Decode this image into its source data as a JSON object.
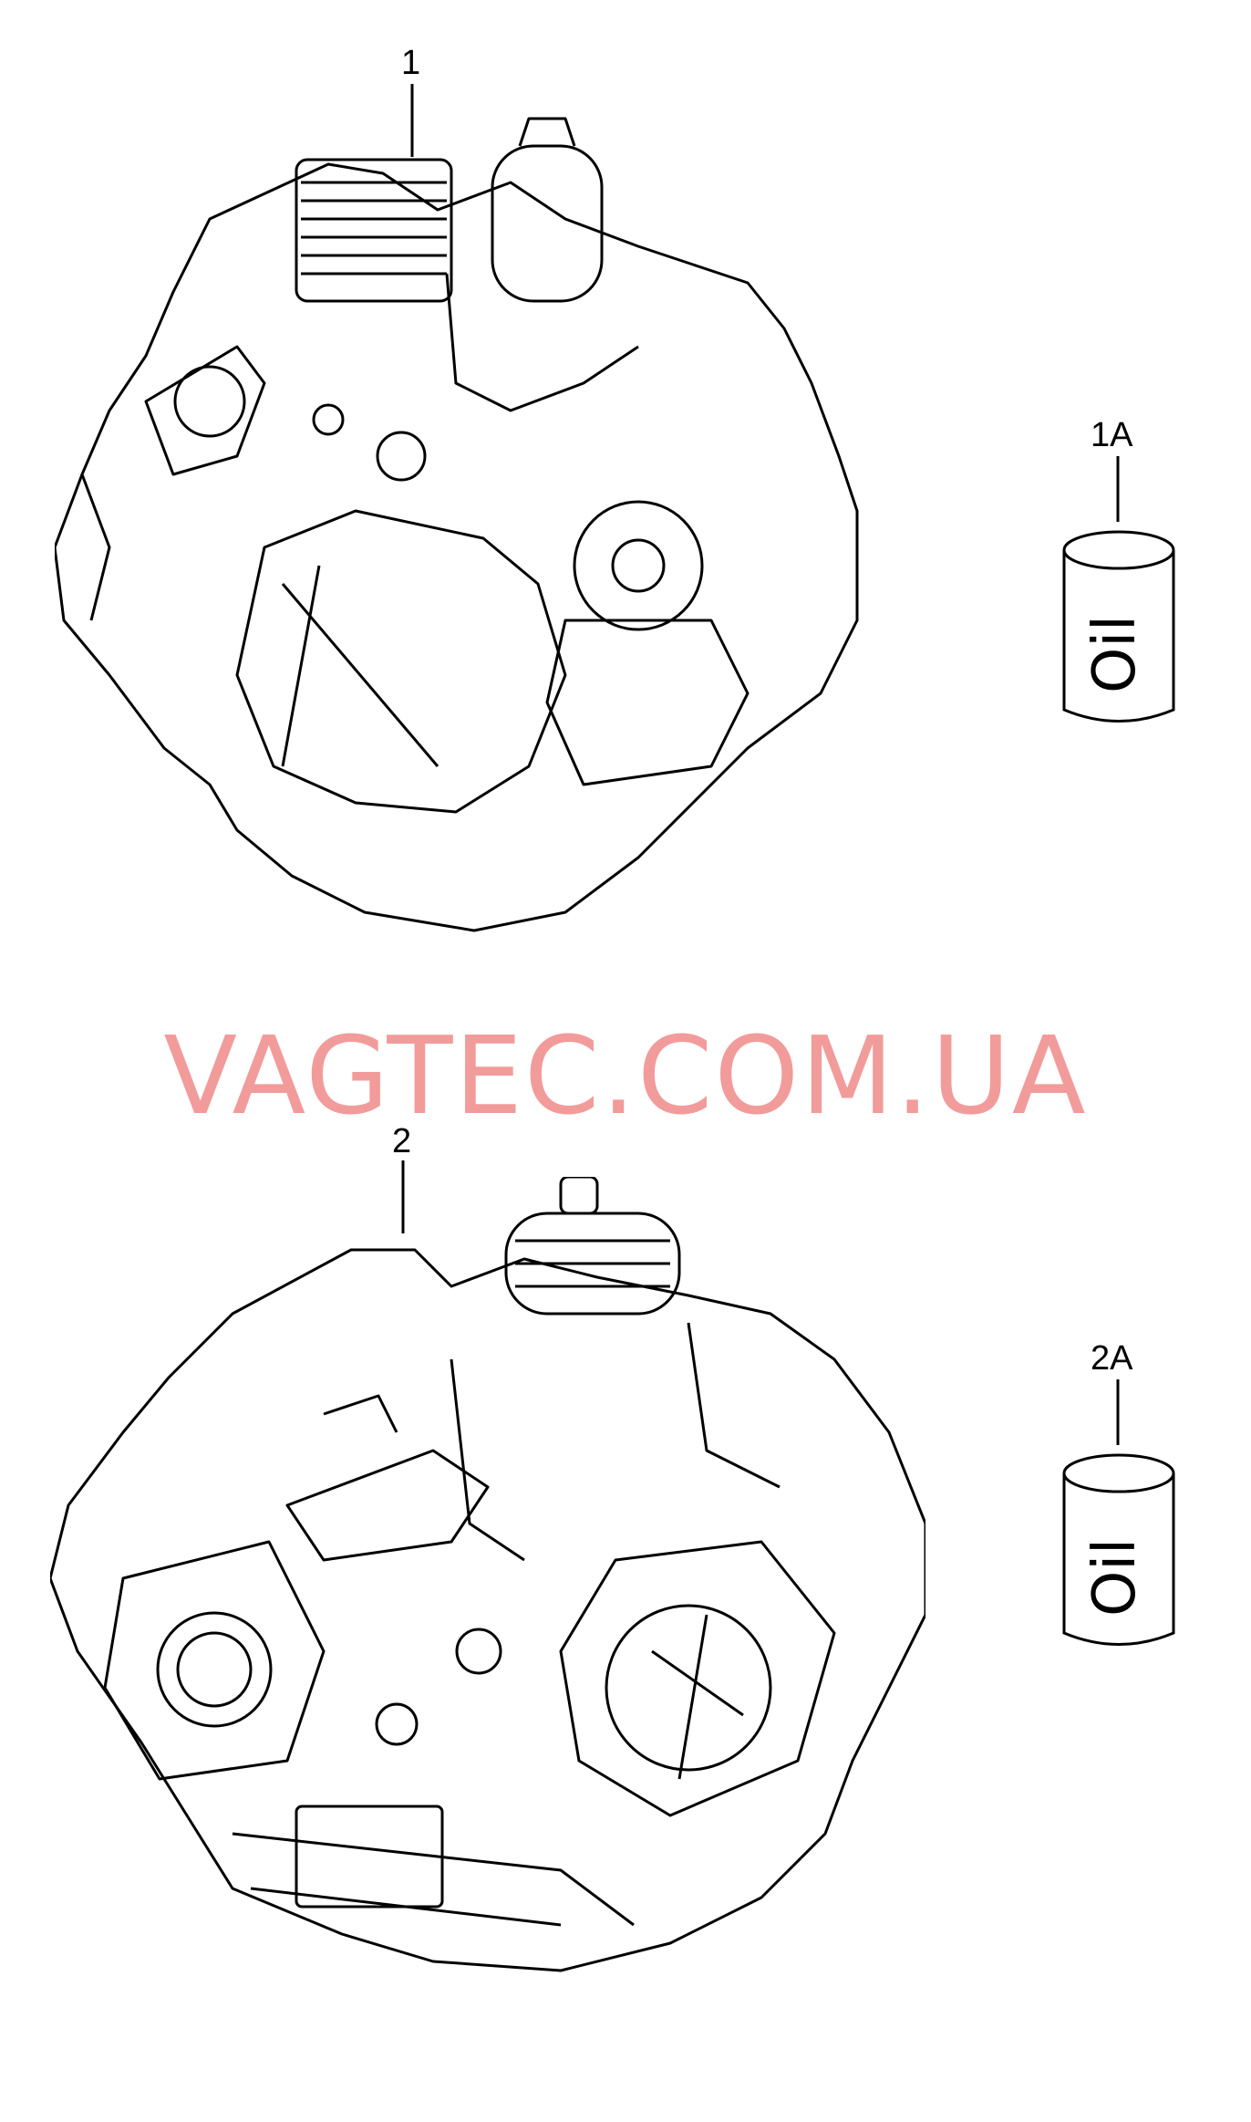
{
  "diagram": {
    "callouts": {
      "part_1": "1",
      "part_1a": "1A",
      "part_2": "2",
      "part_2a": "2A"
    },
    "oil_can_text": "Oil",
    "watermark": "VAGTEC.COM.UA",
    "colors": {
      "line": "#000000",
      "watermark": "#f08a8a",
      "background": "#ffffff"
    },
    "icons": [
      "transmission-assembly-1",
      "oil-can-1a",
      "transmission-assembly-2",
      "oil-can-2a"
    ]
  }
}
